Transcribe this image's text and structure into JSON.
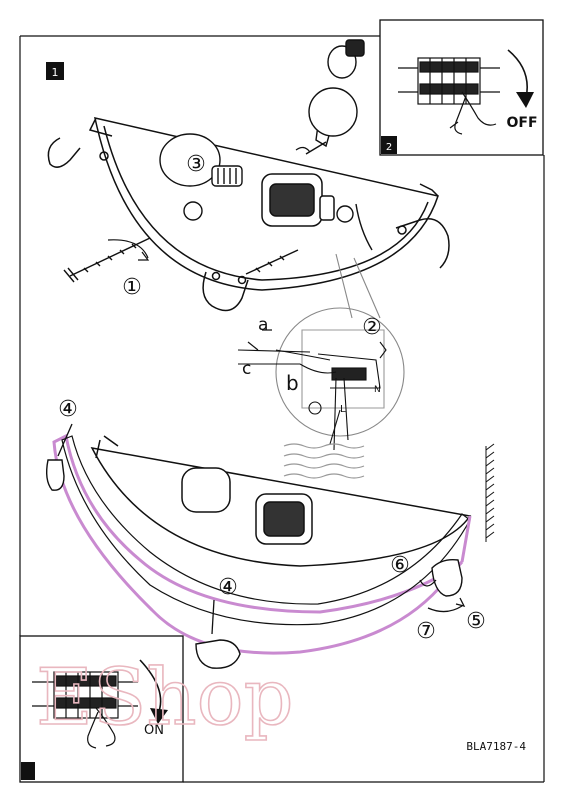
{
  "figure_id": "BLA7187-4",
  "step_badges": [
    "1",
    "2"
  ],
  "callouts": [
    "①",
    "②",
    "③",
    "④",
    "④",
    "⑤",
    "⑥",
    "⑦"
  ],
  "wire_letters": {
    "a": "a",
    "b": "b",
    "c": "c",
    "l": "L",
    "n": "N"
  },
  "switch_off": "OFF",
  "switch_on": "ON",
  "watermark": "EShop",
  "colors": {
    "line": "#111111",
    "shade": "#e9b7bf",
    "shade_glow": "#c98ad0"
  }
}
